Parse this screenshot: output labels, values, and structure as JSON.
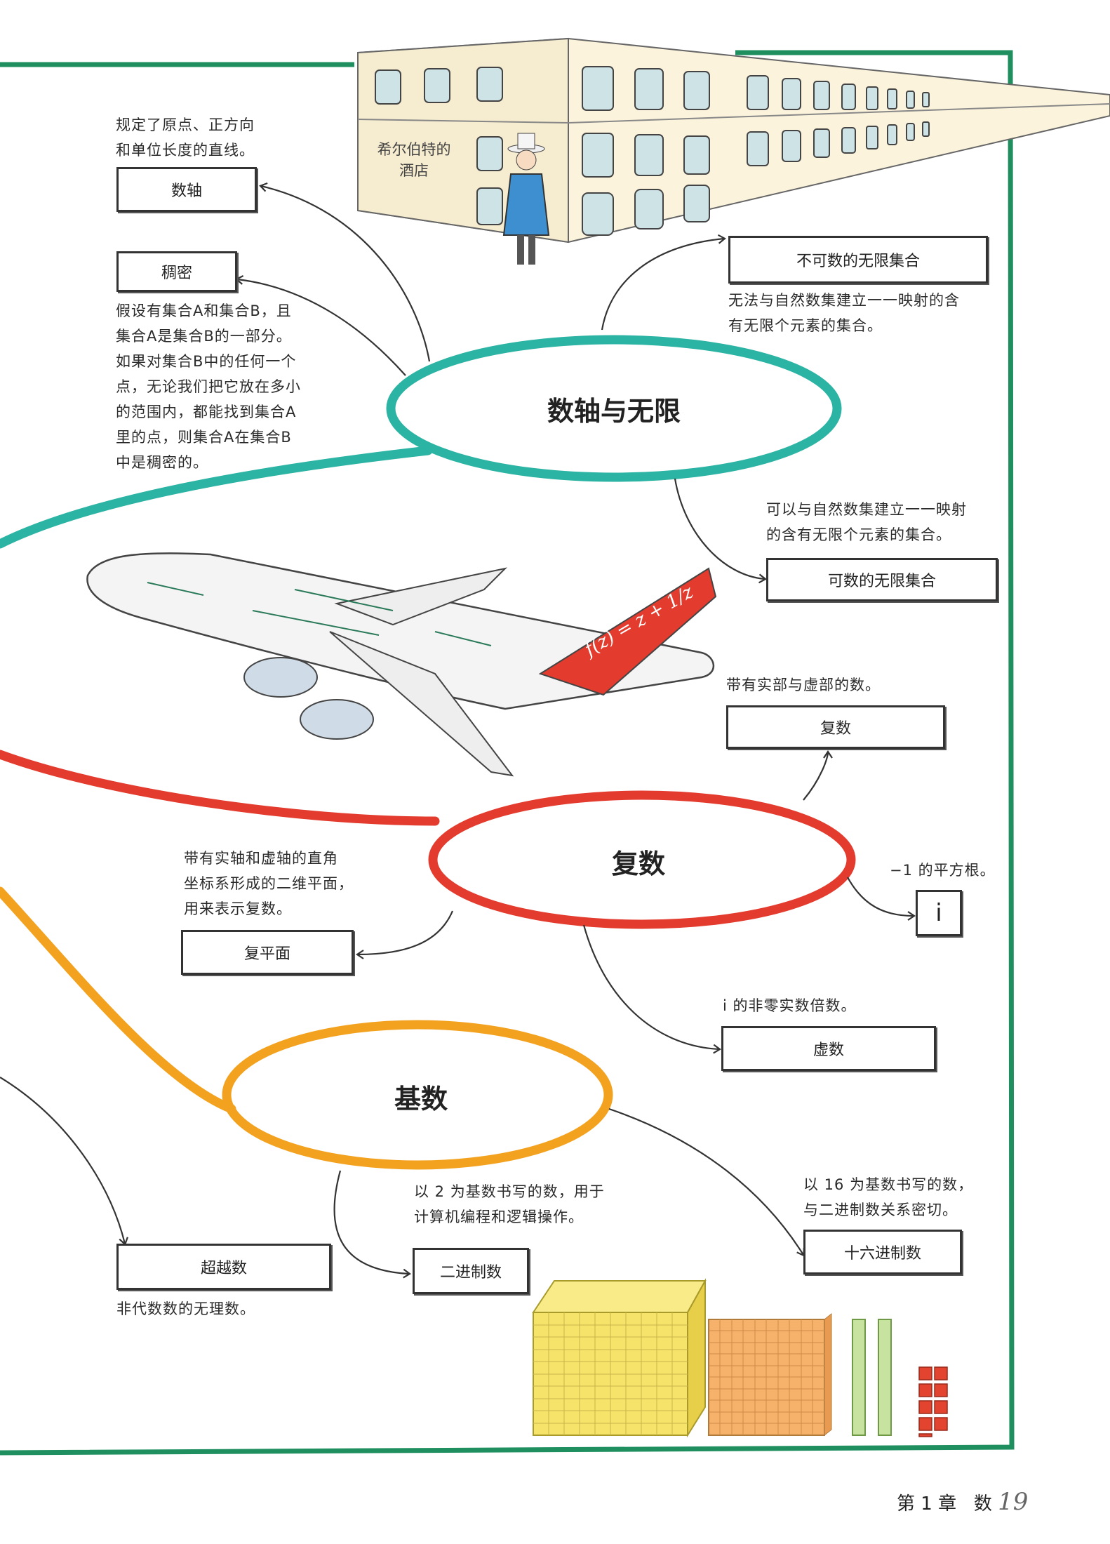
{
  "hubs": {
    "axis_infinity": "数轴与无限",
    "complex": "复数",
    "cardinal": "基数"
  },
  "nodes": {
    "number_line": {
      "label": "数轴",
      "desc": "规定了原点、正方向\n和单位长度的直线。"
    },
    "dense": {
      "label": "稠密",
      "desc": "假设有集合A和集合B，且\n集合A是集合B的一部分。\n如果对集合B中的任何一个\n点，无论我们把它放在多小\n的范围内，都能找到集合A\n里的点，则集合A在集合B\n中是稠密的。"
    },
    "uncountable": {
      "label": "不可数的无限集合",
      "desc": "无法与自然数集建立一一映射的含\n有无限个元素的集合。"
    },
    "countable": {
      "label": "可数的无限集合",
      "desc": "可以与自然数集建立一一映射\n的含有无限个元素的集合。"
    },
    "complex_number": {
      "label": "复数",
      "desc": "带有实部与虚部的数。"
    },
    "complex_plane": {
      "label": "复平面",
      "desc": "带有实轴和虚轴的直角\n坐标系形成的二维平面，\n用来表示复数。"
    },
    "i_unit": {
      "label": "i",
      "desc": "−1 的平方根。"
    },
    "imaginary": {
      "label": "虚数",
      "desc": "i 的非零实数倍数。"
    },
    "transcendental": {
      "label": "超越数",
      "desc": "非代数数的无理数。"
    },
    "binary": {
      "label": "二进制数",
      "desc": "以 2 为基数书写的数，用于\n计算机编程和逻辑操作。"
    },
    "hex": {
      "label": "十六进制数",
      "desc": "以 16 为基数书写的数，\n与二进制数关系密切。"
    }
  },
  "illustrations": {
    "hotel_label": "希尔伯特的\n酒店",
    "plane_tail_formula": "f(z) = z + 1/z"
  },
  "footer": {
    "chapter": "第 1 章",
    "chapter_title": "数",
    "page_number": "19"
  },
  "colors": {
    "frame": "#1f8f5f",
    "teal": "#2bb3a3",
    "red": "#e33b2e",
    "orange": "#f3a21f"
  }
}
